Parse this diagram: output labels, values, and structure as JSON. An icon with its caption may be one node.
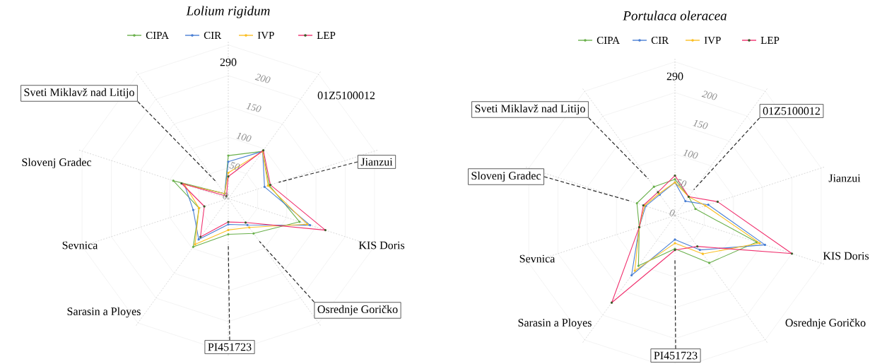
{
  "diagram": {
    "nodes": [
      {
        "text": [
          "Sveti Miklavž nad Litijo"
        ]
      },
      {
        "text": [
          "Jianzui"
        ]
      },
      {
        "text": [
          "Osrednje Goričko"
        ]
      },
      {
        "text": [
          "PI451723"
        ]
      },
      {
        "text": [
          "Sveti Miklavž nad Litijo"
        ]
      },
      {
        "text": [
          "01Z5100012"
        ]
      },
      {
        "text": [
          "Slovenj Gradec"
        ]
      },
      {
        "text": [
          "PI451723"
        ]
      }
    ],
    "edges": [
      {
        "from": 0,
        "to": null,
        "arrow": "none",
        "style": "dashed"
      },
      {
        "from": 1,
        "to": null,
        "arrow": "none",
        "style": "dashed"
      },
      {
        "from": 2,
        "to": null,
        "arrow": "none",
        "style": "dashed"
      },
      {
        "from": 3,
        "to": null,
        "arrow": "none",
        "style": "dashed"
      },
      {
        "from": 4,
        "to": null,
        "arrow": "none",
        "style": "dashed"
      },
      {
        "from": 5,
        "to": null,
        "arrow": "none",
        "style": "dashed"
      },
      {
        "from": 6,
        "to": null,
        "arrow": "none",
        "style": "dashed"
      },
      {
        "from": 7,
        "to": null,
        "arrow": "none",
        "style": "dashed"
      }
    ],
    "labels": [
      "Lolium rigidum",
      "290",
      "01Z5100012",
      "Slovenj Gradec",
      "Sevnica",
      "KIS Doris",
      "Sarasin a Ployes",
      "200",
      "150",
      "100",
      "50",
      "0",
      "Portulaca oleracea",
      "290",
      "Jianzui",
      "Sevnica",
      "KIS Doris",
      "Sarasin a Ployes",
      "Osrednje Goričko",
      "200",
      "150",
      "100",
      "50",
      "0"
    ],
    "legend": [
      {
        "text": "CIPA"
      },
      {
        "text": "CIR"
      },
      {
        "text": "IVP"
      },
      {
        "text": "LEP"
      },
      {
        "text": "CIPA"
      },
      {
        "text": "CIR"
      },
      {
        "text": "IVP"
      },
      {
        "text": "LEP"
      }
    ]
  }
}
